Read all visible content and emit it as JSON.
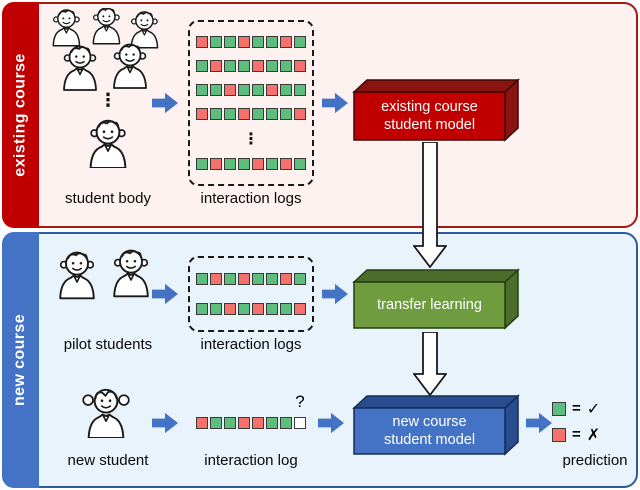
{
  "colors": {
    "existing_panel_fill": "#fdf2f0",
    "existing_panel_border": "#a41c11",
    "existing_tab": "#c00000",
    "new_panel_fill": "#e8f3fc",
    "new_panel_border": "#2e5b9e",
    "new_tab": "#4472c4",
    "green_square": "#5dbe7e",
    "red_square": "#f4716c",
    "empty_square": "#ffffff",
    "arrow_blue": "#4472c4",
    "model_existing_front": "#c00000",
    "model_existing_side": "#8a1410",
    "transfer_front": "#6e9c3f",
    "transfer_side": "#4b6e2a",
    "model_new_front": "#4472c4",
    "model_new_side": "#2a4d8f"
  },
  "ellipsis": "⋮",
  "existing_section": {
    "tab_label": "existing course",
    "students_caption": "student body",
    "logs_caption": "interaction logs",
    "model_line1": "existing course",
    "model_line2": "student model",
    "log_rows": [
      [
        "r",
        "g",
        "g",
        "r",
        "g",
        "g",
        "r",
        "g"
      ],
      [
        "g",
        "r",
        "g",
        "g",
        "r",
        "g",
        "g",
        "r"
      ],
      [
        "g",
        "g",
        "r",
        "g",
        "g",
        "r",
        "g",
        "g"
      ],
      [
        "r",
        "g",
        "g",
        "r",
        "g",
        "g",
        "g",
        "r"
      ],
      [
        "g",
        "r",
        "g",
        "g",
        "r",
        "g",
        "r",
        "g"
      ]
    ]
  },
  "new_section": {
    "tab_label": "new course",
    "pilot": {
      "students_caption": "pilot students",
      "logs_caption": "interaction logs",
      "model_label": "transfer learning",
      "log_rows": [
        [
          "g",
          "r",
          "g",
          "r",
          "g",
          "g",
          "r",
          "g"
        ],
        [
          "g",
          "g",
          "r",
          "g",
          "r",
          "g",
          "g",
          "r"
        ]
      ]
    },
    "student": {
      "student_caption": "new student",
      "log_caption": "interaction log",
      "question_mark": "?",
      "model_line1": "new course",
      "model_line2": "student model",
      "log_row": [
        "r",
        "g",
        "g",
        "r",
        "r",
        "g",
        "g",
        "w"
      ],
      "prediction_caption": "prediction",
      "legend": [
        {
          "square": "g",
          "equals": "=",
          "symbol": "✓"
        },
        {
          "square": "r",
          "equals": "=",
          "symbol": "✗"
        }
      ]
    }
  }
}
